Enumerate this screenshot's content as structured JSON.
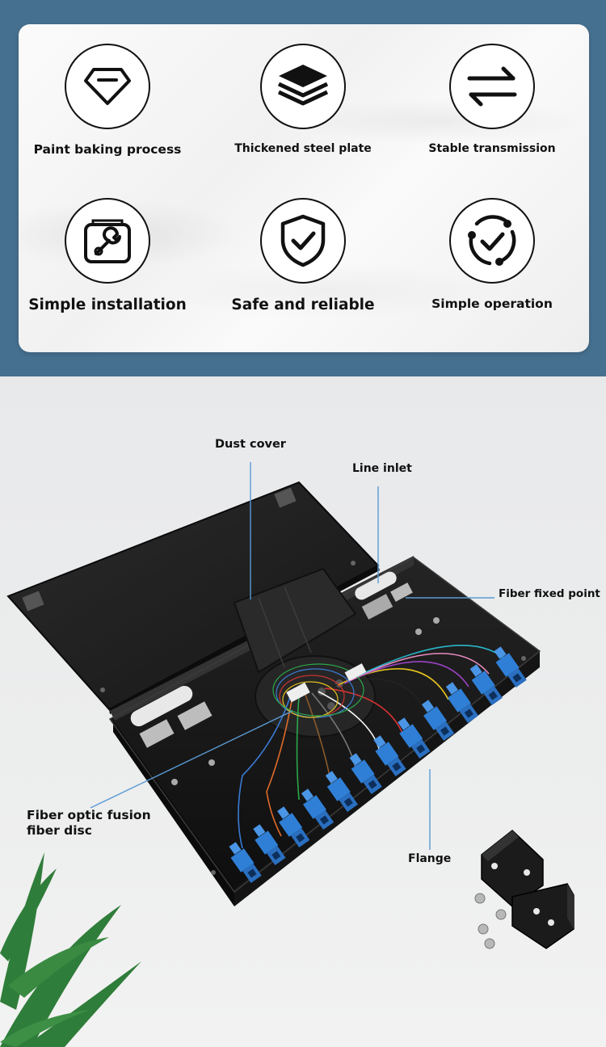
{
  "features": [
    {
      "label": "Paint baking process",
      "icon": "diamond-icon"
    },
    {
      "label": "Thickened steel plate",
      "icon": "layers-icon"
    },
    {
      "label": "Stable transmission",
      "icon": "arrows-exchange-icon"
    },
    {
      "label": "Simple installation",
      "icon": "wrench-icon"
    },
    {
      "label": "Safe and reliable",
      "icon": "shield-check-icon"
    },
    {
      "label": "Simple operation",
      "icon": "check-circle-icon"
    }
  ],
  "callouts": {
    "dust_cover": "Dust cover",
    "line_inlet": "Line inlet",
    "fiber_fixed_point": "Fiber fixed point",
    "fusion_disc": "Fiber optic fusion\nfiber disc",
    "flange": "Flange"
  },
  "colors": {
    "band": "#46708f",
    "leader_line": "#5b9bd5",
    "adapter_blue": "#2f7fd6",
    "box": "#1b1b1b"
  }
}
